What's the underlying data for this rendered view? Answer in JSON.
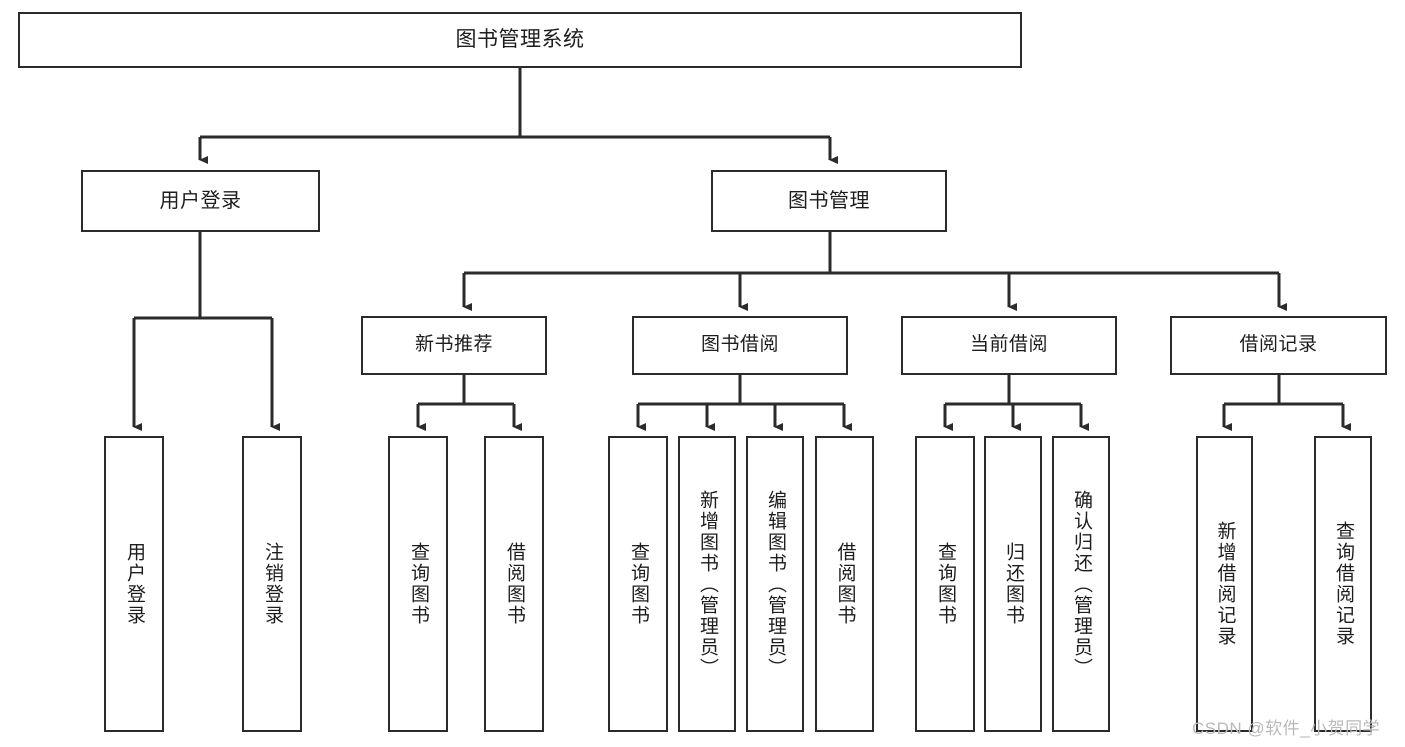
{
  "diagram": {
    "title": "图书管理系统",
    "watermark": "CSDN @软件_小贺同学",
    "colors": {
      "stroke": "#2b2b2b",
      "fill": "#ffffff",
      "text": "#1d1d1d",
      "watermark": "#b9b9b9"
    },
    "root": {
      "label": "图书管理系统"
    },
    "level1": [
      {
        "label": "用户登录"
      },
      {
        "label": "图书管理"
      }
    ],
    "level2": [
      {
        "label": "新书推荐"
      },
      {
        "label": "图书借阅"
      },
      {
        "label": "当前借阅"
      },
      {
        "label": "借阅记录"
      }
    ],
    "leaves": {
      "user_login": [
        {
          "label": "用户登录"
        },
        {
          "label": "注销登录"
        }
      ],
      "new_book": [
        {
          "label": "查询图书"
        },
        {
          "label": "借阅图书"
        }
      ],
      "book_borrow": [
        {
          "label": "查询图书"
        },
        {
          "label": "新增图书（管理员）"
        },
        {
          "label": "编辑图书（管理员）"
        },
        {
          "label": "借阅图书"
        }
      ],
      "current_borrow": [
        {
          "label": "查询图书"
        },
        {
          "label": "归还图书"
        },
        {
          "label": "确认归还（管理员）"
        }
      ],
      "borrow_record": [
        {
          "label": "新增借阅记录"
        },
        {
          "label": "查询借阅记录"
        }
      ]
    }
  }
}
